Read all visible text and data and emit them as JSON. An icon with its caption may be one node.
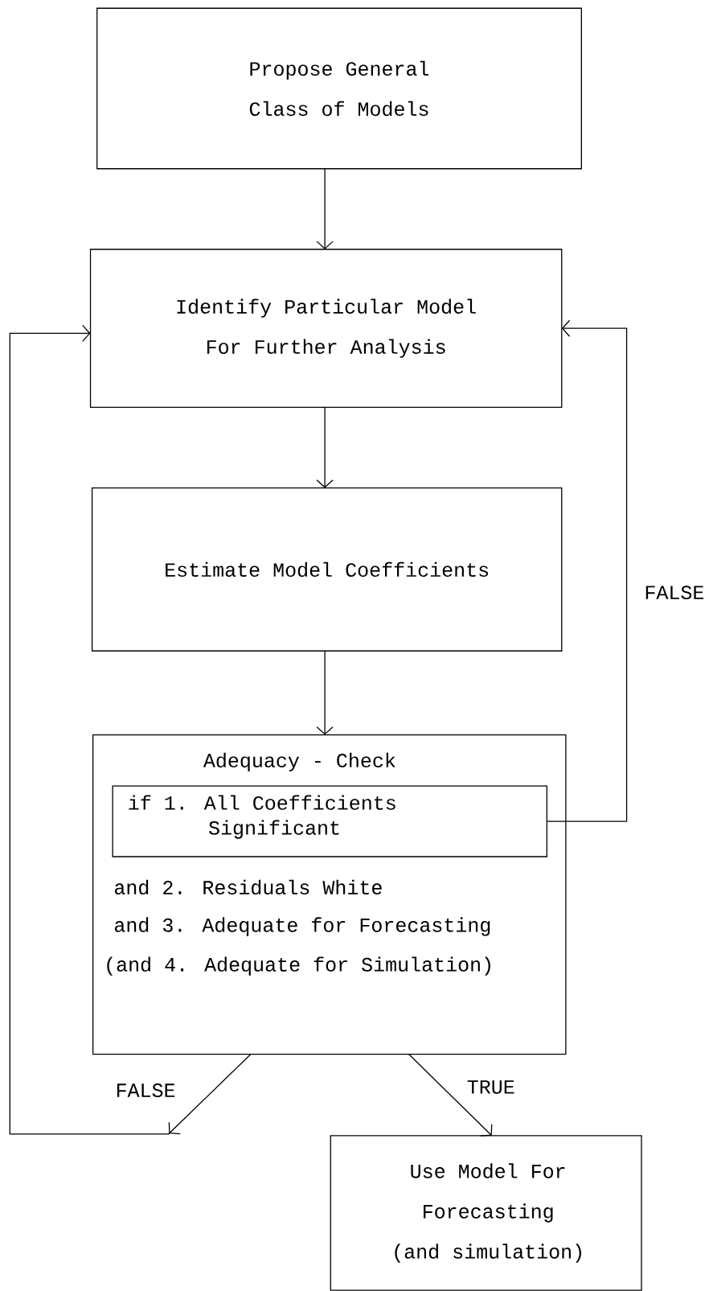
{
  "diagram": {
    "nodes": [
      {
        "text": [
          "Propose General Class of Models"
        ]
      },
      {
        "text": [
          "Identify Particular Model For Further Analysis"
        ]
      },
      {
        "text": [
          "Estimate Model Coefficients"
        ]
      },
      {
        "text": [
          "Adequacy - Check",
          "and 2. Residuals White",
          "and 3. Adequate for Forecasting",
          "(and 4. Adequate for Simulation)"
        ]
      },
      {
        "text": [
          "if 1. All Coefficients Significant"
        ],
        "in": 3
      },
      {
        "text": [
          "Use Model For Forecasting (and simulation)"
        ]
      }
    ],
    "edges": [
      {
        "from": 0,
        "to": 1,
        "arrow": "to"
      },
      {
        "from": 1,
        "to": 2,
        "arrow": "to"
      },
      {
        "from": 2,
        "to": 3,
        "arrow": "to"
      },
      {
        "from": 4,
        "to": 1,
        "arrow": "to",
        "label": "FALSE"
      },
      {
        "from": 3,
        "to": 1,
        "arrow": "to",
        "label": "FALSE"
      },
      {
        "from": 3,
        "to": 5,
        "arrow": "to",
        "label": "TRUE"
      }
    ]
  }
}
